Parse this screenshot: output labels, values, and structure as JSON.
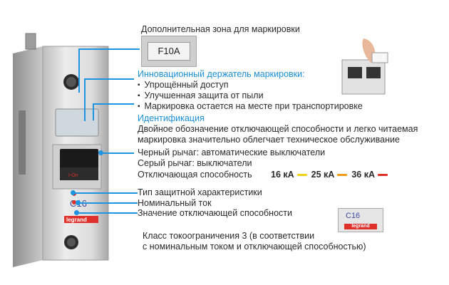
{
  "labels": {
    "extra_zone": "Дополнительная зона для маркировки",
    "holder_title": "Инновационный держатель маркировки:",
    "holder_points": [
      "Упрощённый доступ",
      "Улучшенная защита от пыли",
      "Маркировка остается на месте при транспортировке"
    ],
    "ident_title": "Идентификация",
    "ident_text_1": "Двойное обозначение отключающей способности и легко читаемая",
    "ident_text_2": "маркировка значительно облегчает техническое обслуживание",
    "black_lever": "Черный рычаг: автоматические выключатели",
    "grey_lever": "Серый рычаг: выключатели",
    "breaking_capacity": "Отключающая способность",
    "curve_type": "Тип защитной характеристики",
    "rated_current": "Номинальный ток",
    "capacity_value": "Значение отключающей способности",
    "class_1": "Класс токоограничения 3 (в соответствии",
    "class_2": "с номинальным током и отключающей способностью)"
  },
  "capacity_levels": [
    {
      "label": "16 кА",
      "color": "#f2d21a"
    },
    {
      "label": "25 кА",
      "color": "#f29a1a"
    },
    {
      "label": "36 кА",
      "color": "#e0302a"
    }
  ],
  "device": {
    "tag": "F10A",
    "rating": "C16",
    "brand": "legrand",
    "small_rating": "C16",
    "small_brand": "legrand",
    "lever_text": "I-On"
  },
  "colors": {
    "accent": "#1e93e0",
    "lever": "#1a1a1a",
    "body": "#e8e8e8"
  }
}
